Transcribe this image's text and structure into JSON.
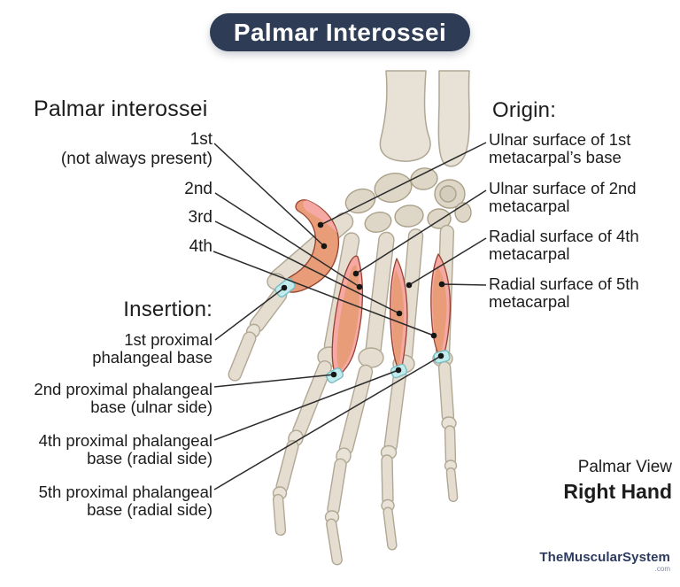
{
  "title": "Palmar Interossei",
  "muscles": {
    "heading": "Palmar interossei",
    "items": [
      {
        "label": "1st",
        "note": "(not always present)"
      },
      {
        "label": "2nd",
        "note": ""
      },
      {
        "label": "3rd",
        "note": ""
      },
      {
        "label": "4th",
        "note": ""
      }
    ]
  },
  "origin": {
    "heading": "Origin:",
    "items": [
      {
        "line1": "Ulnar surface of 1st",
        "line2": "metacarpal’s base"
      },
      {
        "line1": "Ulnar surface of 2nd",
        "line2": "metacarpal"
      },
      {
        "line1": "Radial surface of 4th",
        "line2": "metacarpal"
      },
      {
        "line1": "Radial surface of 5th",
        "line2": "metacarpal"
      }
    ]
  },
  "insertion": {
    "heading": "Insertion:",
    "items": [
      {
        "line1": "1st proximal",
        "line2": "phalangeal base"
      },
      {
        "line1": "2nd proximal phalangeal",
        "line2": "base (ulnar side)"
      },
      {
        "line1": "4th proximal phalangeal",
        "line2": "base (radial side)"
      },
      {
        "line1": "5th proximal phalangeal",
        "line2": "base (radial side)"
      }
    ]
  },
  "view_info": {
    "view": "Palmar View",
    "hand": "Right Hand"
  },
  "branding": {
    "site": "TheMuscularSystem",
    "tld": ".com"
  },
  "colors": {
    "title_bg": "#2e3c55",
    "muscle_belly": "#e89d78",
    "muscle_edge_pink": "#f6a8a4",
    "muscle_outline": "#95422f",
    "insertion_marker": "#c1ebed",
    "bone": "#e4ddd0",
    "leader_line": "#2b2b2b",
    "brand_navy": "#2c3b5e"
  }
}
